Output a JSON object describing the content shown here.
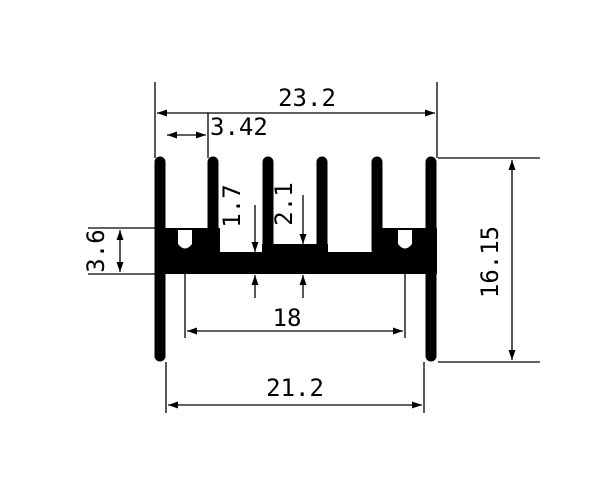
{
  "dimensions": {
    "overall_width": "23.2",
    "fin_pitch": "3.42",
    "base_height": "3.6",
    "fin_gap_1": "1.7",
    "fin_gap_2": "2.1",
    "inner_width": "18",
    "outer_height": "16.15",
    "base_width": "21.2"
  },
  "colors": {
    "profile": "#000000",
    "background": "#ffffff"
  }
}
